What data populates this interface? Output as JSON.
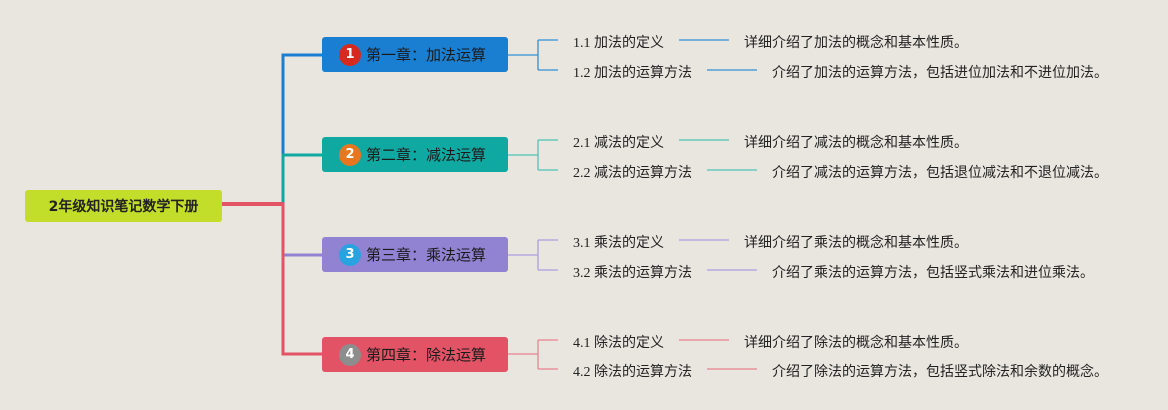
{
  "root": {
    "label": "2年级知识笔记数学下册"
  },
  "chapters": [
    {
      "number": "1",
      "label": "第一章：加法运算",
      "color": "#1a7fd0",
      "badge_color": "#d8291f",
      "line_color": "#2f8fd6",
      "topics": [
        {
          "label": "1.1 加法的定义",
          "desc": "详细介绍了加法的概念和基本性质。"
        },
        {
          "label": "1.2 加法的运算方法",
          "desc": "介绍了加法的运算方法，包括进位加法和不进位加法。"
        }
      ]
    },
    {
      "number": "2",
      "label": "第二章：减法运算",
      "color": "#10a9a1",
      "badge_color": "#e7761f",
      "line_color": "#4fc3b8",
      "topics": [
        {
          "label": "2.1 减法的定义",
          "desc": "详细介绍了减法的概念和基本性质。"
        },
        {
          "label": "2.2 减法的运算方法",
          "desc": "介绍了减法的运算方法，包括退位减法和不退位减法。"
        }
      ]
    },
    {
      "number": "3",
      "label": "第三章：乘法运算",
      "color": "#9182d2",
      "badge_color": "#29a3df",
      "line_color": "#ab9ee0",
      "topics": [
        {
          "label": "3.1 乘法的定义",
          "desc": "详细介绍了乘法的概念和基本性质。"
        },
        {
          "label": "3.2 乘法的运算方法",
          "desc": "介绍了乘法的运算方法，包括竖式乘法和进位乘法。"
        }
      ]
    },
    {
      "number": "4",
      "label": "第四章：除法运算",
      "color": "#e35366",
      "badge_color": "#8d8d8d",
      "line_color": "#ea8491",
      "topics": [
        {
          "label": "4.1 除法的定义",
          "desc": "详细介绍了除法的概念和基本性质。"
        },
        {
          "label": "4.2 除法的运算方法",
          "desc": "介绍了除法的运算方法，包括竖式除法和余数的概念。"
        }
      ]
    }
  ]
}
